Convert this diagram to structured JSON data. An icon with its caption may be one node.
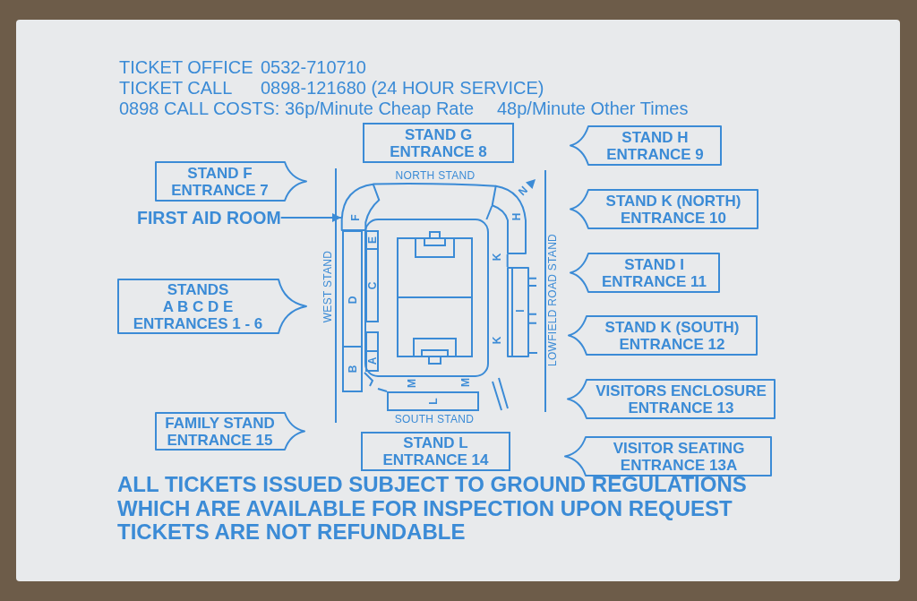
{
  "diagram": {
    "nodes": [
      {
        "text": [
          "STAND G",
          "ENTRANCE 8"
        ]
      },
      {
        "text": [
          "STAND H",
          "ENTRANCE 9"
        ]
      },
      {
        "text": [
          "STAND F",
          "ENTRANCE 7"
        ]
      },
      {
        "text": [
          "STAND K (NORTH)",
          "ENTRANCE 10"
        ]
      },
      {
        "text": [
          "FIRST AID ROOM"
        ]
      },
      {
        "text": [
          "STAND I",
          "ENTRANCE 11"
        ]
      },
      {
        "text": [
          "STANDS",
          "A B C D E",
          "ENTRANCES 1 - 6"
        ]
      },
      {
        "text": [
          "STAND K (SOUTH)",
          "ENTRANCE 12"
        ]
      },
      {
        "text": [
          "VISITORS ENCLOSURE",
          "ENTRANCE 13"
        ]
      },
      {
        "text": [
          "FAMILY STAND",
          "ENTRANCE 15"
        ]
      },
      {
        "text": [
          "STAND L",
          "ENTRANCE 14"
        ]
      },
      {
        "text": [
          "VISITOR SEATING",
          "ENTRANCE 13A"
        ]
      },
      {
        "text": [
          "F"
        ]
      },
      {
        "text": [
          "H"
        ]
      },
      {
        "text": [
          "E"
        ]
      },
      {
        "text": [
          "D"
        ]
      },
      {
        "text": [
          "C"
        ]
      },
      {
        "text": [
          "I"
        ]
      },
      {
        "text": [],
        "shape": "box"
      },
      {
        "text": [
          "A"
        ]
      },
      {
        "text": [
          "B"
        ]
      },
      {
        "text": [
          "L"
        ]
      }
    ],
    "edges": [
      {
        "from": 4,
        "to": 12,
        "arrow": "to"
      }
    ],
    "labels": [
      "TICKET OFFICE",
      "0532-710710",
      "TICKET CALL",
      "0898-121680 (24 HOUR SERVICE)",
      "0898 CALL COSTS: 36p/Minute Cheap Rate",
      "48p/Minute Other Times",
      "NORTH STAND",
      "N",
      "WEST STAND",
      "K",
      "LOWFIELD ROAD STAND",
      "K",
      "M",
      "M",
      "SOUTH STAND",
      "ALL TICKETS ISSUED SUBJECT TO GROUND REGULATIONS",
      "WHICH ARE AVAILABLE FOR INSPECTION UPON REQUEST",
      "TICKETS ARE NOT REFUNDABLE"
    ]
  }
}
